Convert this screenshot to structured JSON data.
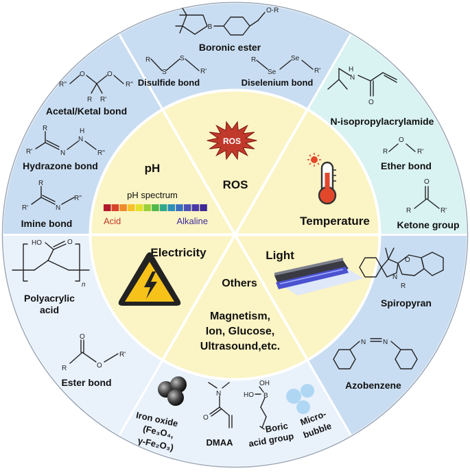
{
  "colors": {
    "outer_blue": "#c9ddf2",
    "outer_cyan": "#d9f2f2",
    "outer_light": "#e9f1fb",
    "inner_yellow": "#fbf4c4",
    "divider": "#ffffff",
    "ros_burst": "#c0392b",
    "warning_yellow": "#f7c31b",
    "uv_blue": "#4a52d0",
    "acid_red": "#c0392b",
    "alkaline_purple": "#3b2a9a"
  },
  "center": {
    "ph": {
      "title": "pH",
      "spectrum_label": "pH spectrum",
      "acid": "Acid",
      "alkaline": "Alkaline",
      "spectrum_colors": [
        "#b2182b",
        "#d6452a",
        "#f08a2c",
        "#f6c22a",
        "#e4e12c",
        "#9bd03a",
        "#4fb84a",
        "#2fa88a",
        "#2f8fb8",
        "#3a6fc0",
        "#4b52b5",
        "#4a3aa8",
        "#3d2a95"
      ]
    },
    "ros": {
      "title": "ROS",
      "burst_text": "ROS",
      "burst_icon": "explosion-icon"
    },
    "temperature": {
      "title": "Temperature",
      "icon": "thermometer-icon"
    },
    "electricity": {
      "title": "Electricity",
      "icon": "high-voltage-warning-icon"
    },
    "light": {
      "title": "Light",
      "icon": "uv-lamp-icon"
    },
    "others": {
      "title": "Others",
      "items": [
        "Magnetism,",
        "Ion, Glucose,",
        "Ultrasound,etc."
      ]
    }
  },
  "outer": {
    "boronic_ester": {
      "label": "Boronic ester",
      "atoms": [
        "B",
        "O-R"
      ]
    },
    "disulfide": {
      "label": "Disulfide bond",
      "atoms": [
        "R",
        "S",
        "S",
        "R'"
      ]
    },
    "diselenium": {
      "label": "Diselenium bond",
      "atoms": [
        "R",
        "Se",
        "Se",
        "R'"
      ]
    },
    "acetal": {
      "label": "Acetal/Ketal bond",
      "atoms": [
        "R''",
        "O",
        "O",
        "R''",
        "R",
        "R'"
      ]
    },
    "hydrazone": {
      "label": "Hydrazone bond",
      "atoms": [
        "R",
        "H",
        "R'",
        "N",
        "N",
        "R''"
      ]
    },
    "imine": {
      "label": "Imine bond",
      "atoms": [
        "R",
        "R'",
        "N",
        "R''"
      ]
    },
    "nipam": {
      "label": "N-isopropylacrylamide",
      "atoms": [
        "H",
        "N",
        "O"
      ]
    },
    "ether": {
      "label": "Ether bond",
      "atoms": [
        "R",
        "O",
        "R'"
      ]
    },
    "ketone": {
      "label": "Ketone group",
      "atoms": [
        "O",
        "R",
        "R'"
      ]
    },
    "polyacrylic": {
      "label_line1": "Polyacrylic",
      "label_line2": "acid",
      "atoms": [
        "HO",
        "O",
        "n"
      ]
    },
    "ester": {
      "label": "Ester bond",
      "atoms": [
        "O",
        "R",
        "O",
        "R'"
      ]
    },
    "spiropyran": {
      "label": "Spiropyran",
      "atoms": [
        "O",
        "N",
        "R"
      ]
    },
    "azobenzene": {
      "label": "Azobenzene",
      "atoms": [
        "N",
        "N"
      ]
    },
    "iron_oxide": {
      "line1": "Iron oxide",
      "line2": "(Fe₃O₄,",
      "line3": "γ-Fe₂O₃)"
    },
    "dmaa": {
      "label": "DMAA",
      "atoms": [
        "N",
        "O"
      ]
    },
    "boric": {
      "line1": "Boric",
      "line2": "acid group",
      "atoms": [
        "OH",
        "HO",
        "B"
      ]
    },
    "microbubble": {
      "line1": "Micro-",
      "line2": "bubble"
    }
  }
}
